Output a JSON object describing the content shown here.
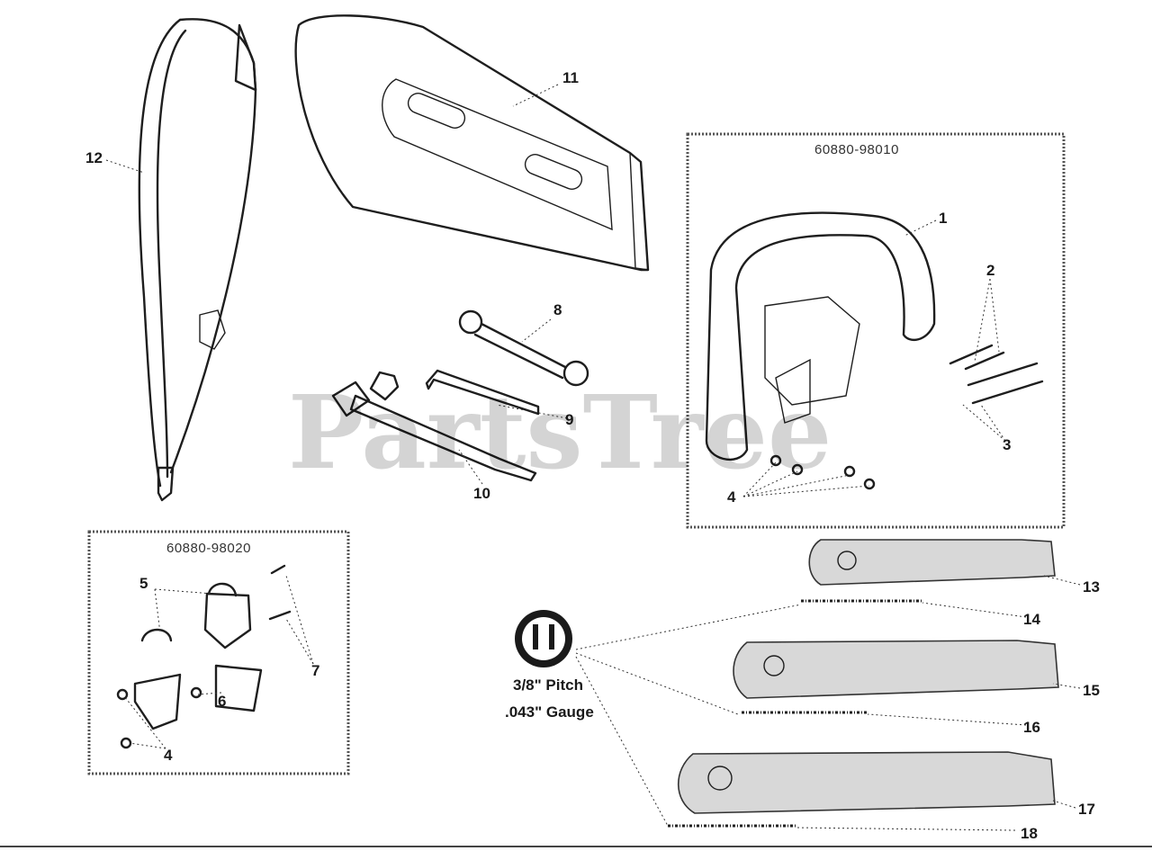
{
  "watermark": "PartsTree",
  "kits": {
    "handle_kit": "60880-98010",
    "hanger_kit": "60880-98020"
  },
  "spec": {
    "pitch": "3/8\" Pitch",
    "gauge": ".043\" Gauge"
  },
  "callouts": {
    "c1": "1",
    "c2": "2",
    "c3": "3",
    "c4a": "4",
    "c4b": "4",
    "c5": "5",
    "c6": "6",
    "c7": "7",
    "c8": "8",
    "c9": "9",
    "c10": "10",
    "c11": "11",
    "c12": "12",
    "c13": "13",
    "c14": "14",
    "c15": "15",
    "c16": "16",
    "c17": "17",
    "c18": "18"
  },
  "icons": [
    "bar-mount-icon"
  ]
}
